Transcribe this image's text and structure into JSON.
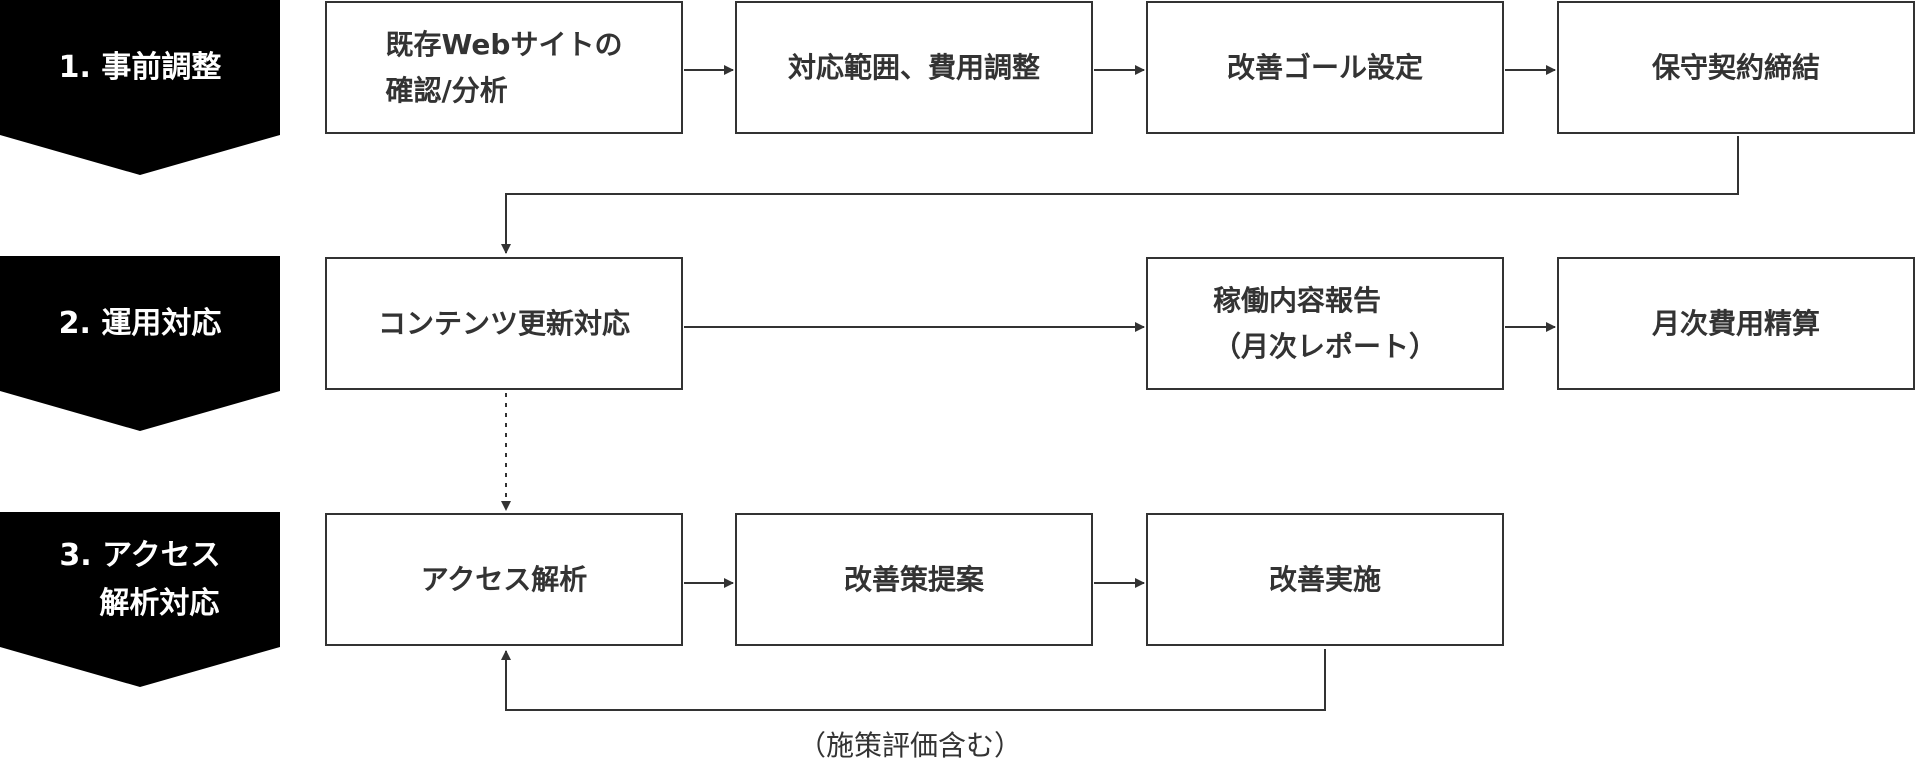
{
  "stages": [
    {
      "line1": "1. 事前調整",
      "line2": ""
    },
    {
      "line1": "2. 運用対応",
      "line2": ""
    },
    {
      "line1": "3. アクセス",
      "line2": "解析対応"
    }
  ],
  "row1": {
    "existing_site": {
      "line1": "既存Webサイトの",
      "line2": "確認/分析"
    },
    "scope_cost": "対応範囲、費用調整",
    "goal": "改善ゴール設定",
    "contract": "保守契約締結"
  },
  "row2": {
    "content_update": "コンテンツ更新対応",
    "report": {
      "line1": "稼働内容報告",
      "line2": "（月次レポート）"
    },
    "settlement": "月次費用精算"
  },
  "row3": {
    "analysis": "アクセス解析",
    "proposal": "改善策提案",
    "execution": "改善実施",
    "loop_caption": "（施策評価含む）"
  },
  "colors": {
    "stage_fill": "#000000",
    "stroke": "#333333",
    "text": "#333333"
  }
}
